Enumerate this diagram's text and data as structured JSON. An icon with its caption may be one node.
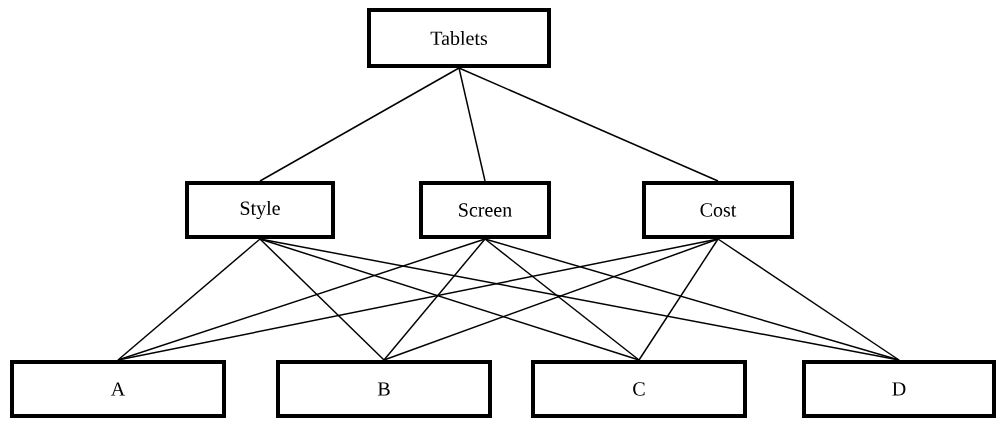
{
  "diagram": {
    "nodes": [
      {
        "text": [
          "Tablets"
        ]
      },
      {
        "text": [
          "Style"
        ]
      },
      {
        "text": [
          "Screen"
        ]
      },
      {
        "text": [
          "Cost"
        ]
      },
      {
        "text": [
          "A"
        ]
      },
      {
        "text": [
          "B"
        ]
      },
      {
        "text": [
          "C"
        ]
      },
      {
        "text": [
          "D"
        ]
      }
    ],
    "edges": [
      {
        "from": 0,
        "to": 1,
        "arrow": "none"
      },
      {
        "from": 0,
        "to": 2,
        "arrow": "none"
      },
      {
        "from": 0,
        "to": 3,
        "arrow": "none"
      },
      {
        "from": 1,
        "to": 4,
        "arrow": "none"
      },
      {
        "from": 1,
        "to": 5,
        "arrow": "none"
      },
      {
        "from": 1,
        "to": 6,
        "arrow": "none"
      },
      {
        "from": 1,
        "to": 7,
        "arrow": "none"
      },
      {
        "from": 2,
        "to": 4,
        "arrow": "none"
      },
      {
        "from": 2,
        "to": 5,
        "arrow": "none"
      },
      {
        "from": 2,
        "to": 6,
        "arrow": "none"
      },
      {
        "from": 2,
        "to": 7,
        "arrow": "none"
      },
      {
        "from": 3,
        "to": 4,
        "arrow": "none"
      },
      {
        "from": 3,
        "to": 5,
        "arrow": "none"
      },
      {
        "from": 3,
        "to": 6,
        "arrow": "none"
      },
      {
        "from": 3,
        "to": 7,
        "arrow": "none"
      }
    ]
  }
}
